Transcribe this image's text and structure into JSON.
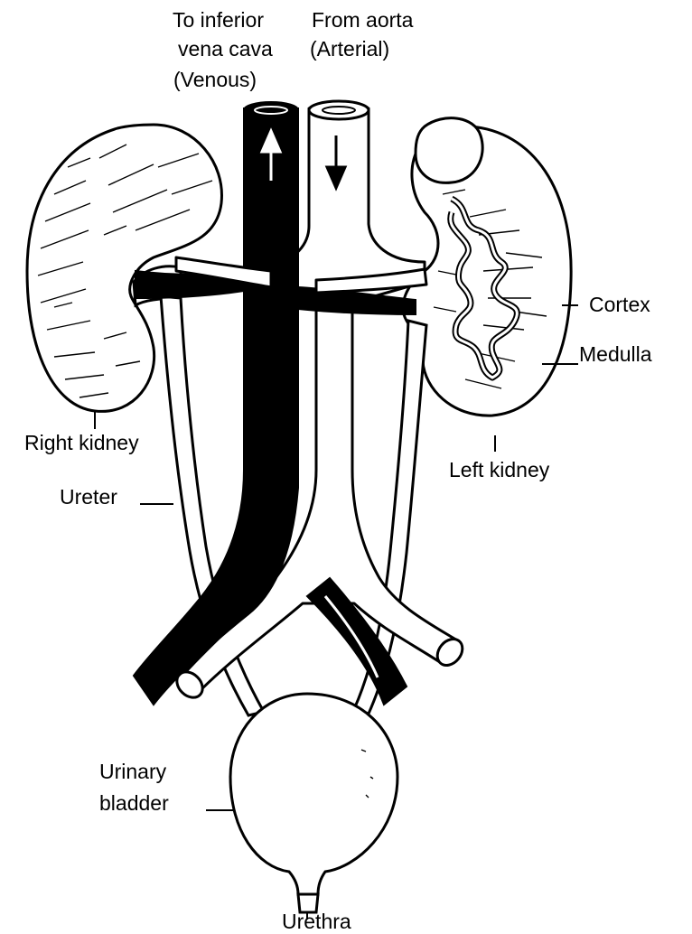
{
  "labels": {
    "vena_cava": [
      "To inferior",
      "vena cava",
      "(Venous)"
    ],
    "aorta": [
      "From aorta",
      "(Arterial)"
    ],
    "cortex": "Cortex",
    "medulla": "Medulla",
    "right_kidney": "Right kidney",
    "left_kidney": "Left kidney",
    "ureter": "Ureter",
    "urinary_bladder": [
      "Urinary",
      "bladder"
    ],
    "urethra": "Urethra"
  },
  "colors": {
    "line": "#000000",
    "venous": "#000000",
    "arterial": "#ffffff",
    "background": "#ffffff"
  }
}
